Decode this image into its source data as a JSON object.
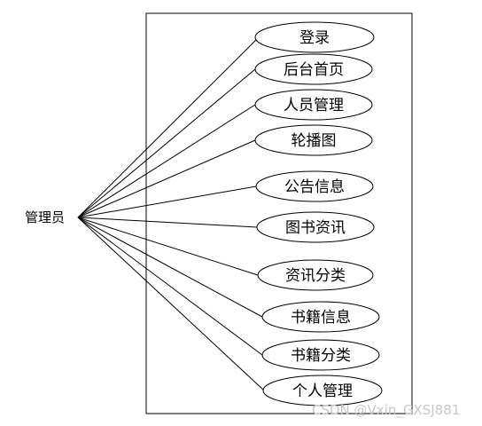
{
  "actor": {
    "label": "管理员"
  },
  "use_cases": [
    {
      "label": "登录"
    },
    {
      "label": "后台首页"
    },
    {
      "label": "人员管理"
    },
    {
      "label": "轮播图"
    },
    {
      "label": "公告信息"
    },
    {
      "label": "图书资讯"
    },
    {
      "label": "资讯分类"
    },
    {
      "label": "书籍信息"
    },
    {
      "label": "书籍分类"
    },
    {
      "label": "个人管理"
    }
  ],
  "watermark": {
    "text": "CSDN @Vxin_GXSJ881"
  },
  "colors": {
    "line": "#000000",
    "fill": "#ffffff",
    "watermark": "#c8c8c8"
  }
}
